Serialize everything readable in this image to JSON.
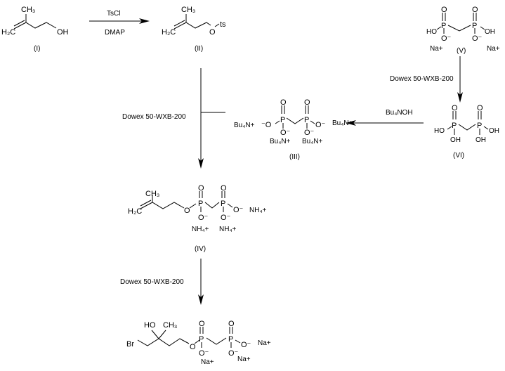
{
  "compounds": {
    "I": {
      "label": "(I)",
      "ch3": "CH₃",
      "h2c": "H₂C",
      "oh": "OH"
    },
    "II": {
      "label": "(II)",
      "ch3": "CH₃",
      "h2c": "H₂C",
      "o": "O",
      "ts": "ts"
    },
    "III": {
      "label": "(III)",
      "cation": "Bu₄N+",
      "o_minus": "⁻O",
      "o": "O",
      "o_neg": "O⁻",
      "p": "P"
    },
    "IV": {
      "label": "(IV)",
      "ch3": "CH₃",
      "h2c": "H₂C",
      "o": "O",
      "p": "P",
      "o_neg": "O⁻",
      "cation": "NH₄+"
    },
    "V": {
      "label": "(V)",
      "ho": "HO",
      "oh": "OH",
      "o": "O",
      "o_neg": "O⁻",
      "p": "P",
      "cation": "Na+"
    },
    "VI": {
      "label": "(VI)",
      "ho": "HO",
      "oh": "OH",
      "o": "O",
      "p": "P"
    },
    "product": {
      "ho": "HO",
      "ch3": "CH₃",
      "br": "Br",
      "o": "O",
      "p": "P",
      "o_neg": "O⁻",
      "cation": "Na+"
    }
  },
  "reagents": {
    "step1_top": "TsCl",
    "step1_bottom": "DMAP",
    "resin": "Dowex 50-WXB-200",
    "base": "Bu₄NOH"
  }
}
